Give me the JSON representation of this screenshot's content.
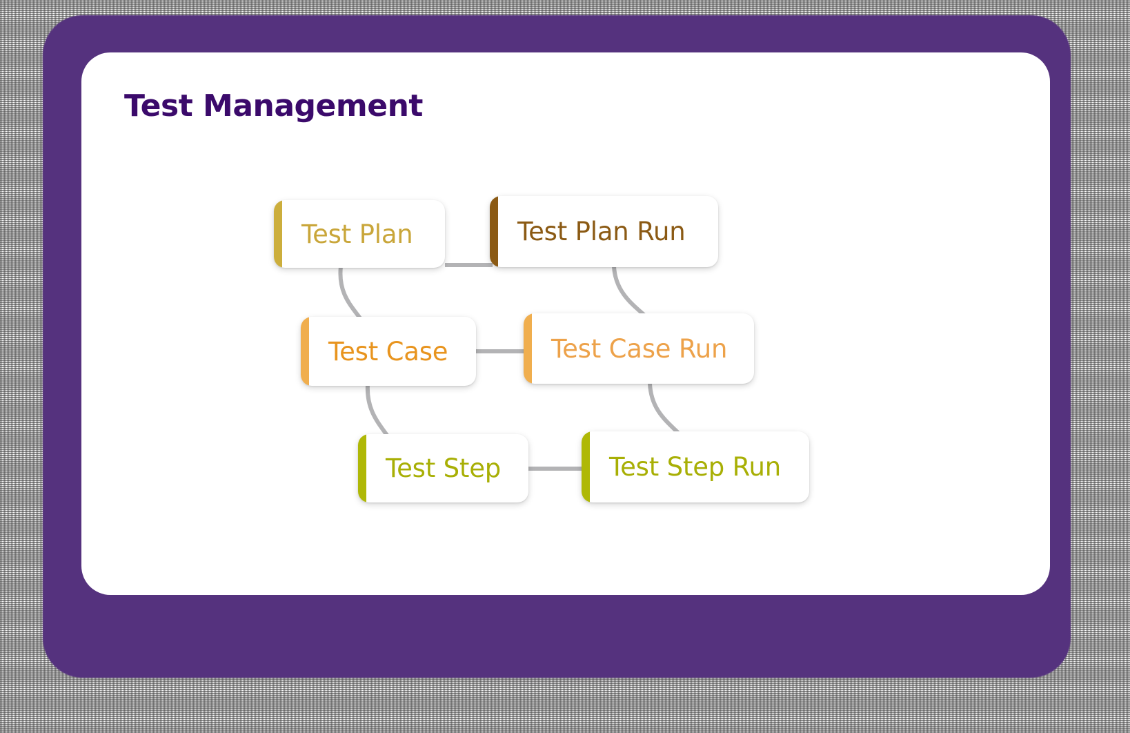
{
  "panel": {
    "title": "Test Management",
    "title_color": "#3B0A6B",
    "frame_color": "#55327E",
    "surface_color": "#FFFFFF"
  },
  "diagram": {
    "type": "entity-relationship-flow",
    "connector_color": "#B3B3B5",
    "nodes": [
      {
        "id": "test-plan",
        "label": "Test Plan",
        "accent_color": "#CCAE3C",
        "text_color": "#C9A63A",
        "row": 1,
        "column": "left"
      },
      {
        "id": "test-plan-run",
        "label": "Test Plan Run",
        "accent_color": "#8B5A14",
        "text_color": "#8B5A14",
        "row": 1,
        "column": "right"
      },
      {
        "id": "test-case",
        "label": "Test Case",
        "accent_color": "#F0AE4E",
        "text_color": "#E8941E",
        "row": 2,
        "column": "left"
      },
      {
        "id": "test-case-run",
        "label": "Test Case Run",
        "accent_color": "#F0AE4E",
        "text_color": "#EDA24A",
        "row": 2,
        "column": "right"
      },
      {
        "id": "test-step",
        "label": "Test Step",
        "accent_color": "#AFB806",
        "text_color": "#A8AF05",
        "row": 3,
        "column": "left"
      },
      {
        "id": "test-step-run",
        "label": "Test Step Run",
        "accent_color": "#AFB806",
        "text_color": "#A8AF05",
        "row": 3,
        "column": "right"
      }
    ],
    "edges": [
      {
        "from": "test-plan",
        "to": "test-plan-run",
        "style": "straight-horizontal"
      },
      {
        "from": "test-case",
        "to": "test-case-run",
        "style": "straight-horizontal"
      },
      {
        "from": "test-step",
        "to": "test-step-run",
        "style": "straight-horizontal"
      },
      {
        "from": "test-plan",
        "to": "test-case",
        "style": "curved-vertical"
      },
      {
        "from": "test-case",
        "to": "test-step",
        "style": "curved-vertical"
      },
      {
        "from": "test-plan-run",
        "to": "test-case-run",
        "style": "curved-vertical"
      },
      {
        "from": "test-case-run",
        "to": "test-step-run",
        "style": "curved-vertical"
      }
    ]
  }
}
